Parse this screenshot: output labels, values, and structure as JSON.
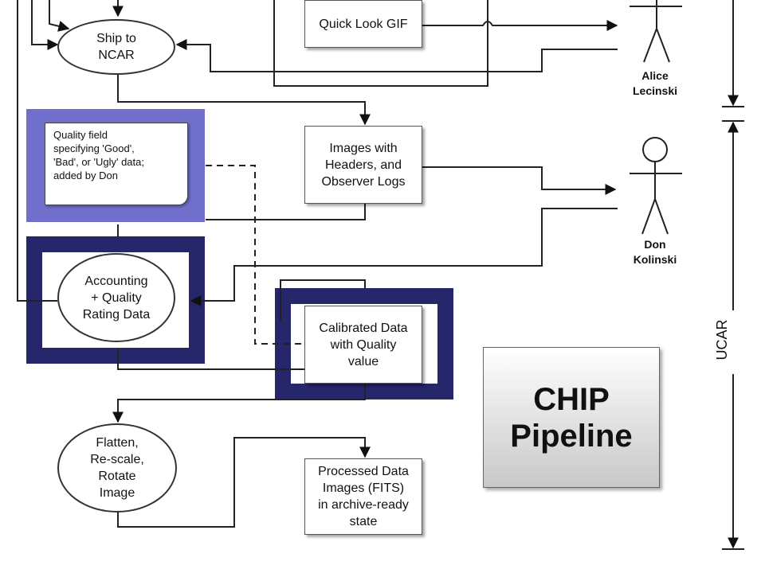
{
  "nodes": {
    "ship_to_ncar": "Ship to\nNCAR",
    "quick_look_gif": "Quick Look GIF",
    "images_headers": "Images with\nHeaders, and\nObserver Logs",
    "quality_note": "Quality field\nspecifying 'Good',\n'Bad', or 'Ugly' data;\nadded by Don",
    "accounting": "Accounting\n+ Quality\nRating Data",
    "calibrated": "Calibrated Data\nwith Quality\nvalue",
    "flatten": "Flatten,\nRe-scale,\nRotate\nImage",
    "processed": "Processed Data\nImages (FITS)\nin archive-ready\nstate"
  },
  "actors": {
    "alice": "Alice\nLecinski",
    "don": "Don\nKolinski"
  },
  "labels": {
    "chip_pipeline": "CHIP\nPipeline",
    "ucar": "UCAR"
  },
  "colors": {
    "highlight_light": "#7070cc",
    "highlight_dark": "#26266a"
  }
}
